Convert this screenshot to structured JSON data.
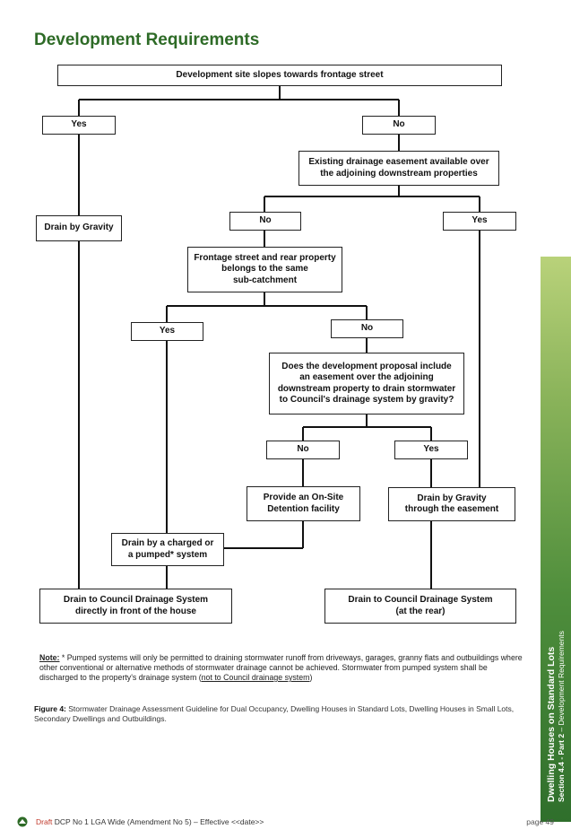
{
  "page": {
    "title": "Development Requirements"
  },
  "flowchart": {
    "start": "Development site slopes towards frontage street",
    "yes_1": "Yes",
    "no_1": "No",
    "gravity_drain": "Drain by Gravity",
    "easement_q": "Existing drainage easement available over\nthe adjoining downstream properties",
    "no_2": "No",
    "yes_2": "Yes",
    "catchment_q": "Frontage street and rear property\nbelongs to the same\nsub-catchment",
    "yes_3": "Yes",
    "no_3": "No",
    "proposal_q": "Does the development proposal include\nan easement  over the adjoining\ndownstream property to drain stormwater\nto Council's drainage system by gravity?",
    "no_4": "No",
    "yes_4": "Yes",
    "onsite_detention": "Provide an On-Site\nDetention facility",
    "gravity_easement": "Drain by Gravity\nthrough the easement",
    "pumped": "Drain by a charged  or\na pumped* system",
    "council_front": "Drain to Council Drainage System\ndirectly in front of the house",
    "council_rear": "Drain to Council Drainage System\n(at the rear)"
  },
  "note": {
    "label": "Note:",
    "text": " * Pumped systems will only be permitted to draining  stormwater runoff from driveways, garages, granny flats and outbuildings where other conventional or alternative methods of stormwater drainage cannot be achieved. Stormwater from pumped system shall be discharged to the property's drainage system (",
    "link": "not to Council drainage system",
    "end": ")"
  },
  "caption": {
    "label": "Figure 4:",
    "text": " Stormwater Drainage Assessment Guideline for Dual Occupancy, Dwelling Houses in Standard Lots, Dwelling Houses in Small Lots, Secondary Dwellings and Outbuildings."
  },
  "side_tab": {
    "line1": "Dwelling Houses on Standard Lots",
    "line2_bold": "Section 4.4 - Part 2",
    "line2_rest": " – Development Requirements"
  },
  "footer": {
    "draft": "Draft",
    "text": " DCP No 1 LGA Wide (Amendment No 5) – Effective <<date>>",
    "page": "page 49"
  },
  "colors": {
    "title": "#2e6b27",
    "side_tab": "#4f8e3c",
    "draft": "#c0392b"
  }
}
